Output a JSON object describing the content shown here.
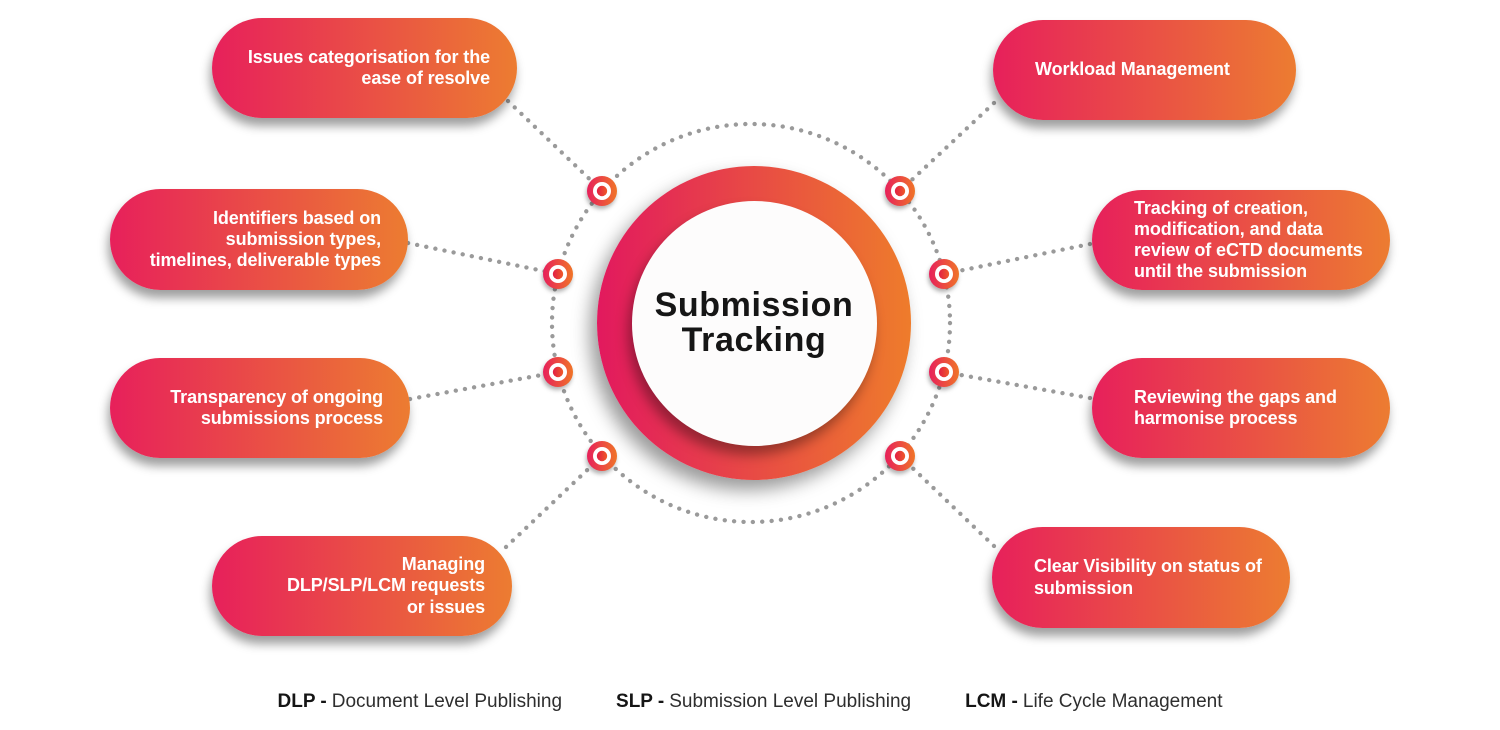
{
  "center": {
    "title_line1": "Submission",
    "title_line2": "Tracking"
  },
  "pills_left": [
    {
      "text": "Issues categorisation for the\nease of resolve"
    },
    {
      "text": "Identifiers based on\nsubmission types,\ntimelines, deliverable types"
    },
    {
      "text": "Transparency of ongoing\nsubmissions process"
    },
    {
      "text": "Managing\nDLP/SLP/LCM requests\nor issues"
    }
  ],
  "pills_right": [
    {
      "text": "Workload Management"
    },
    {
      "text": "Tracking of creation,\nmodification, and data\nreview of eCTD documents\nuntil the submission"
    },
    {
      "text": "Reviewing the gaps and\nharmonise process"
    },
    {
      "text": "Clear Visibility on status of\nsubmission"
    }
  ],
  "legend": {
    "items": [
      {
        "abbr": "DLP -",
        "label": "Document Level Publishing"
      },
      {
        "abbr": "SLP -",
        "label": "Submission Level Publishing"
      },
      {
        "abbr": "LCM -",
        "label": "Life Cycle Management"
      }
    ]
  },
  "icons": {
    "node_icon": "bullseye-target",
    "connector_style": "dotted"
  },
  "colors": {
    "pill_gradient_start": "#E7205B",
    "pill_gradient_end": "#EC7C31",
    "ring_gradient_start": "#E2195E",
    "ring_gradient_end": "#EE7C2B",
    "node_dot_start": "#E21E45",
    "node_dot_end": "#EF5A29",
    "connector_dot": "#9A9A9A",
    "title_color": "#161616",
    "background": "#FFFFFF"
  }
}
